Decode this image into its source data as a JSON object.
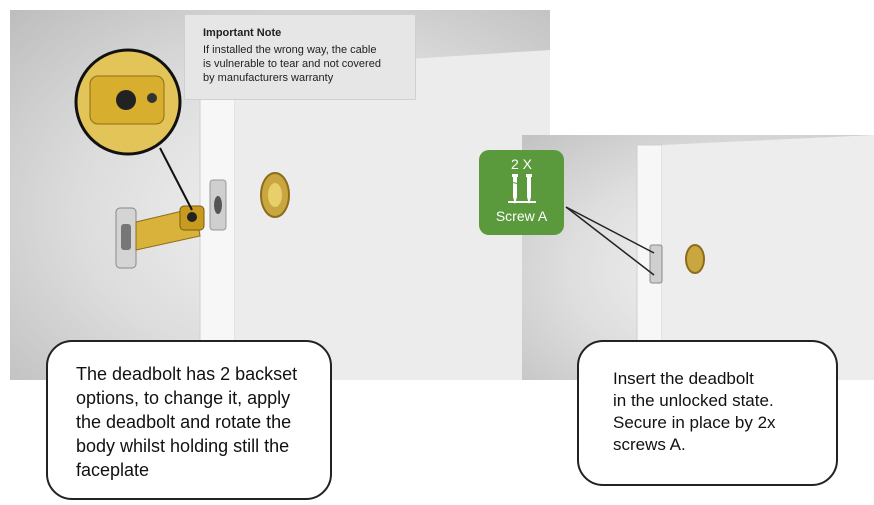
{
  "important_note": {
    "title": "Important Note",
    "lines": [
      "If installed the wrong way, the cable",
      "is vulnerable to tear and not covered",
      "by manufacturers warranty"
    ]
  },
  "screw_badge": {
    "quantity": "2 X",
    "label": "Screw A",
    "icon": "screw-icon",
    "color": "#5a9a3c"
  },
  "callout_left": {
    "lines": [
      "The deadbolt has 2 backset",
      "options, to change it, apply",
      "the deadbolt and rotate the",
      "body whilst holding still the",
      "faceplate"
    ]
  },
  "callout_right": {
    "lines": [
      "Insert the deadbolt",
      "in the unlocked state.",
      "Secure in place by 2x",
      "screws A."
    ]
  }
}
